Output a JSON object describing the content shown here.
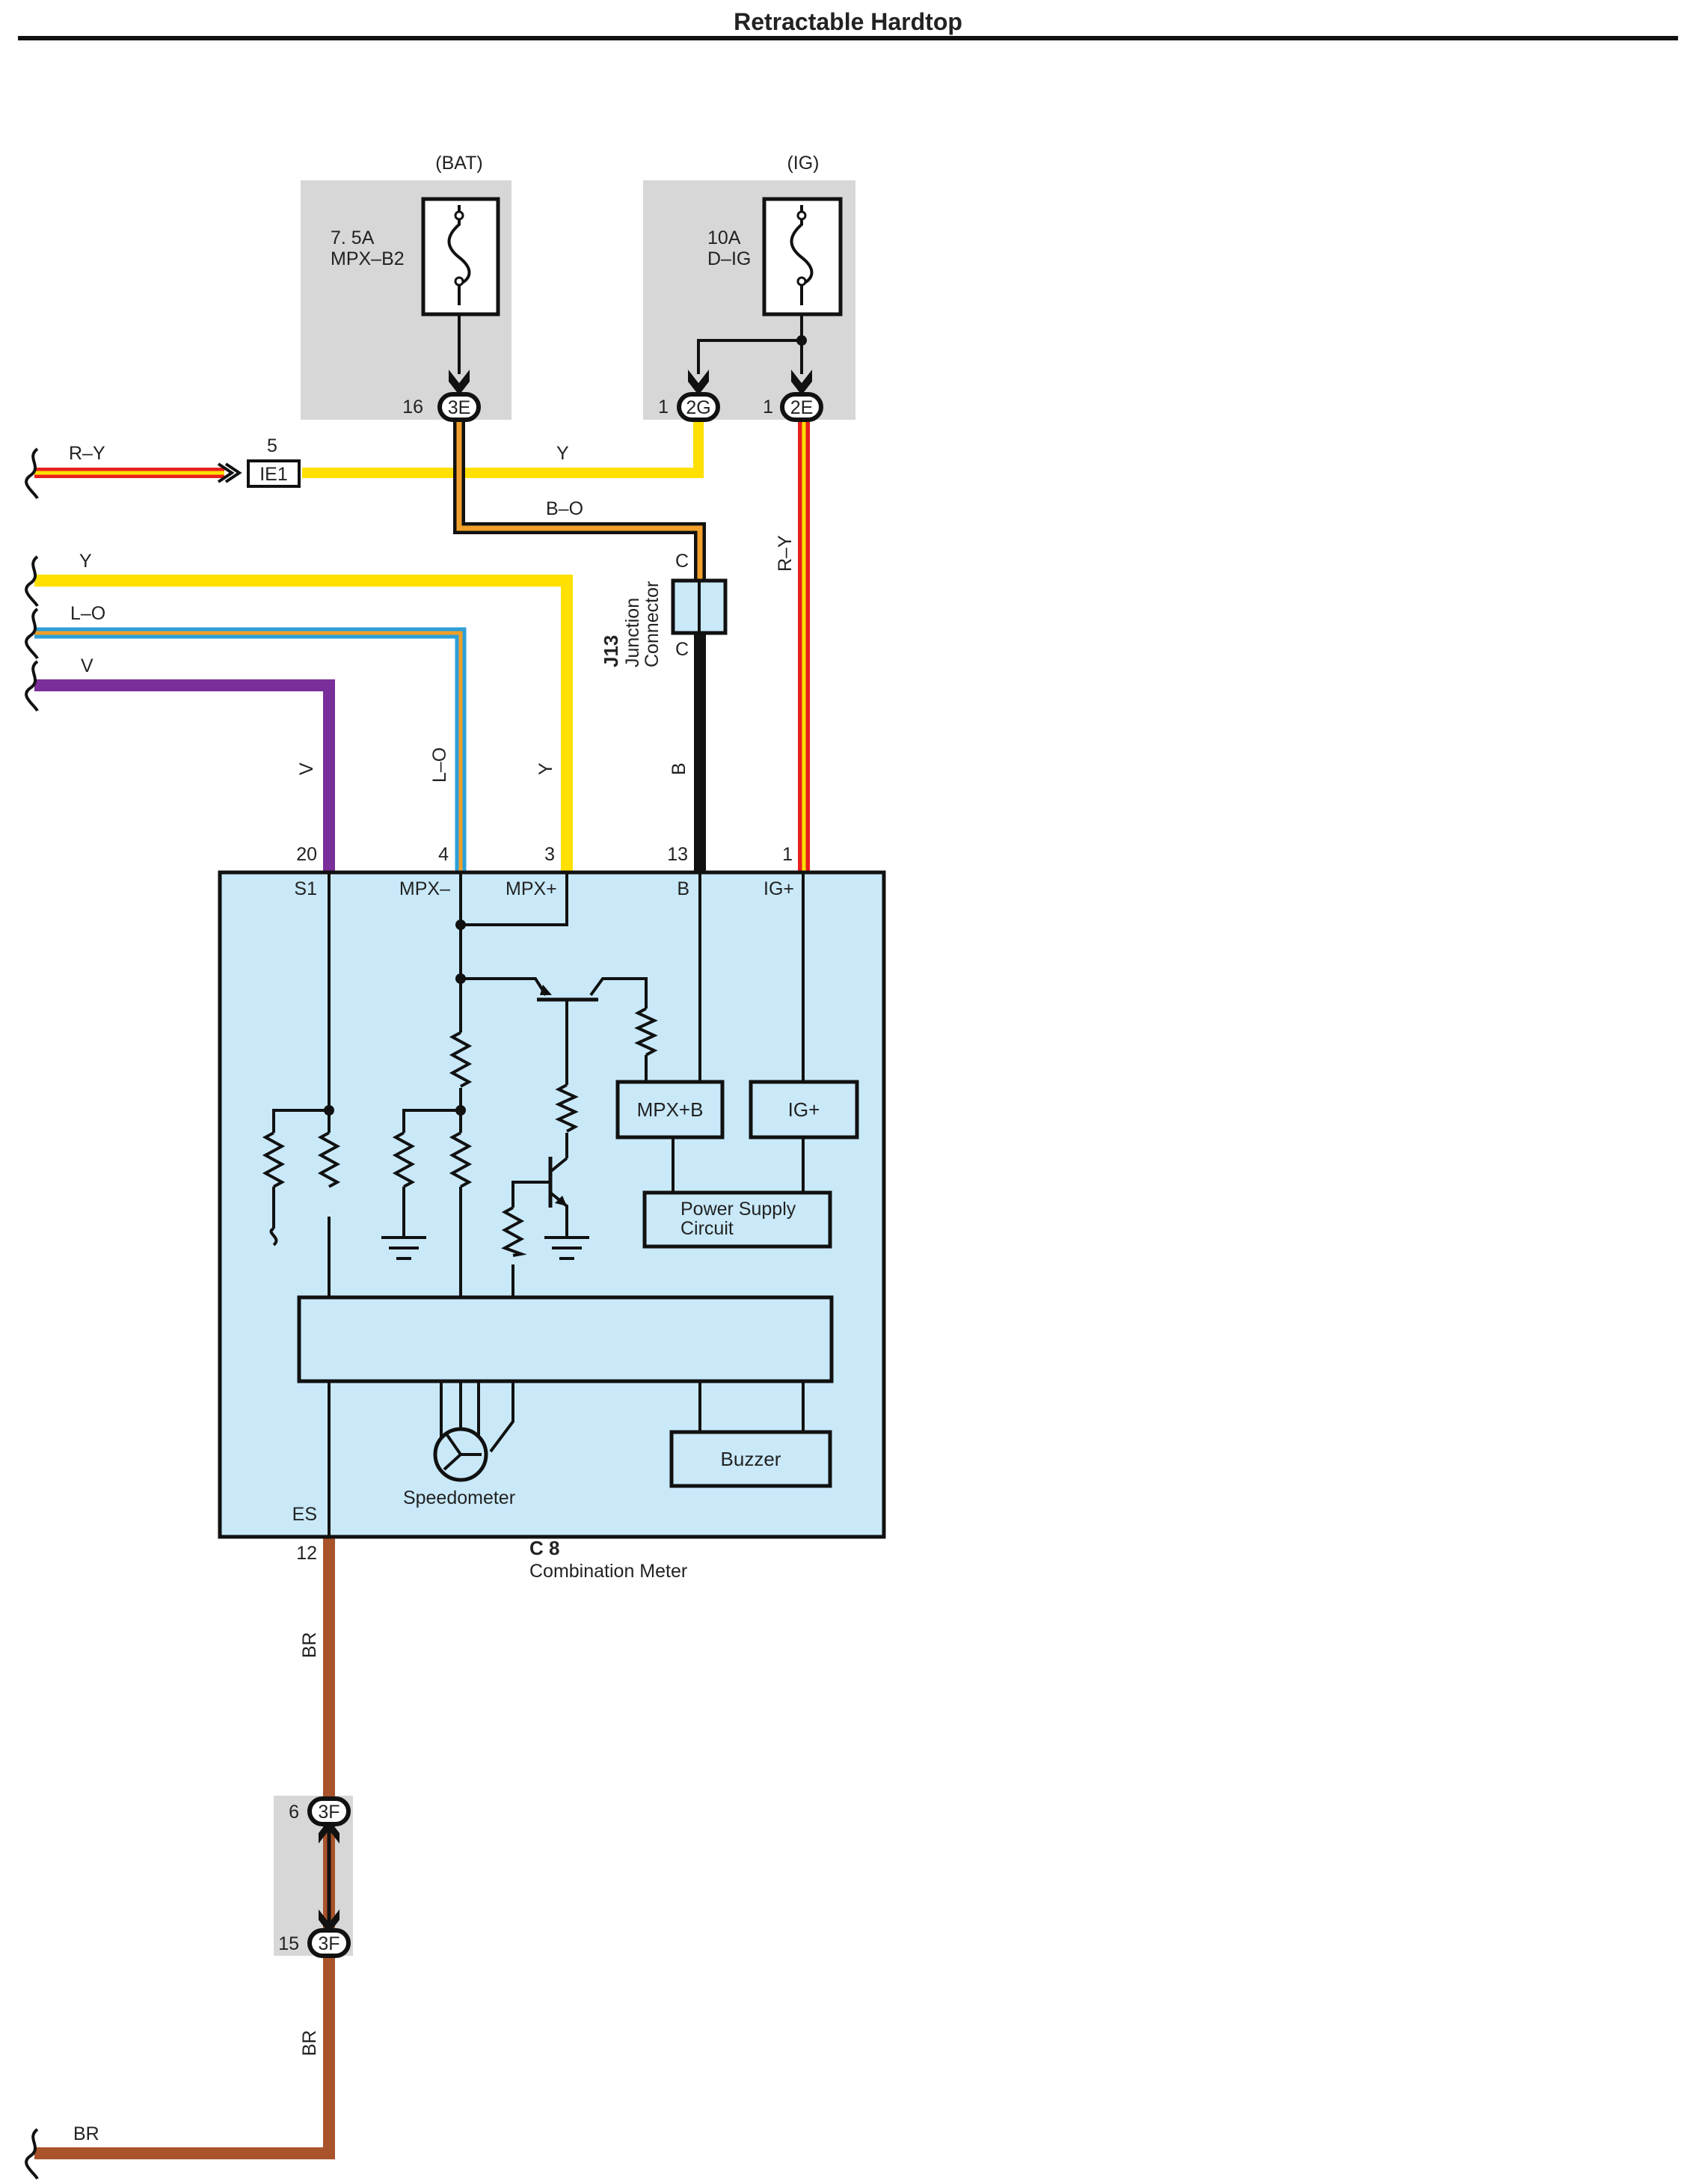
{
  "page": {
    "title": "Retractable Hardtop"
  },
  "fuses": {
    "bat": {
      "source": "(BAT)",
      "rating": "7. 5A",
      "name": "MPX–B2"
    },
    "ig": {
      "source": "(IG)",
      "rating": "10A",
      "name": "D–IG"
    }
  },
  "connectors": {
    "c3e_pin": "16",
    "c3e": "3E",
    "c2g_pin": "1",
    "c2g": "2G",
    "c2e_pin": "1",
    "c2e": "2E",
    "ie1_pin": "5",
    "ie1": "IE1",
    "c3f_top_pin": "6",
    "c3f_top": "3F",
    "c3f_bot_pin": "15",
    "c3f_bot": "3F"
  },
  "junction": {
    "id": "J13",
    "name_line1": "Junction",
    "name_line2": "Connector",
    "pin_top": "C",
    "pin_bottom": "C"
  },
  "wire_labels": {
    "ry_in": "R–Y",
    "y_top": "Y",
    "bo": "B–O",
    "y_in": "Y",
    "lo_in": "L–O",
    "v_in": "V",
    "v_vert": "V",
    "lo_vert": "L–O",
    "y_vert": "Y",
    "b_vert": "B",
    "ry_vert": "R–Y",
    "br_upper": "BR",
    "br_lower": "BR",
    "br_bottom": "BR"
  },
  "meter": {
    "id": "C 8",
    "name": "Combination Meter",
    "pins": {
      "s1": "20",
      "mpx_minus": "4",
      "mpx_plus": "3",
      "b": "13",
      "ig_plus": "1",
      "es": "12"
    },
    "terminals": {
      "s1": "S1",
      "mpx_minus": "MPX–",
      "mpx_plus": "MPX+",
      "b": "B",
      "ig_plus": "IG+",
      "es": "ES"
    },
    "blocks": {
      "mpxb": "MPX+B",
      "igp": "IG+",
      "psc_line1": "Power Supply",
      "psc_line2": "Circuit",
      "buzzer": "Buzzer",
      "speedometer": "Speedometer"
    }
  },
  "colors": {
    "yellow": "#FFE000",
    "red": "#E8201E",
    "purple": "#7A2E9A",
    "blue": "#2E9FD8",
    "orange": "#F0A02A",
    "brown": "#A9532B",
    "black": "#111111",
    "meter_fill": "#C9E9F9",
    "fuse_bg": "#D7D7D7"
  }
}
